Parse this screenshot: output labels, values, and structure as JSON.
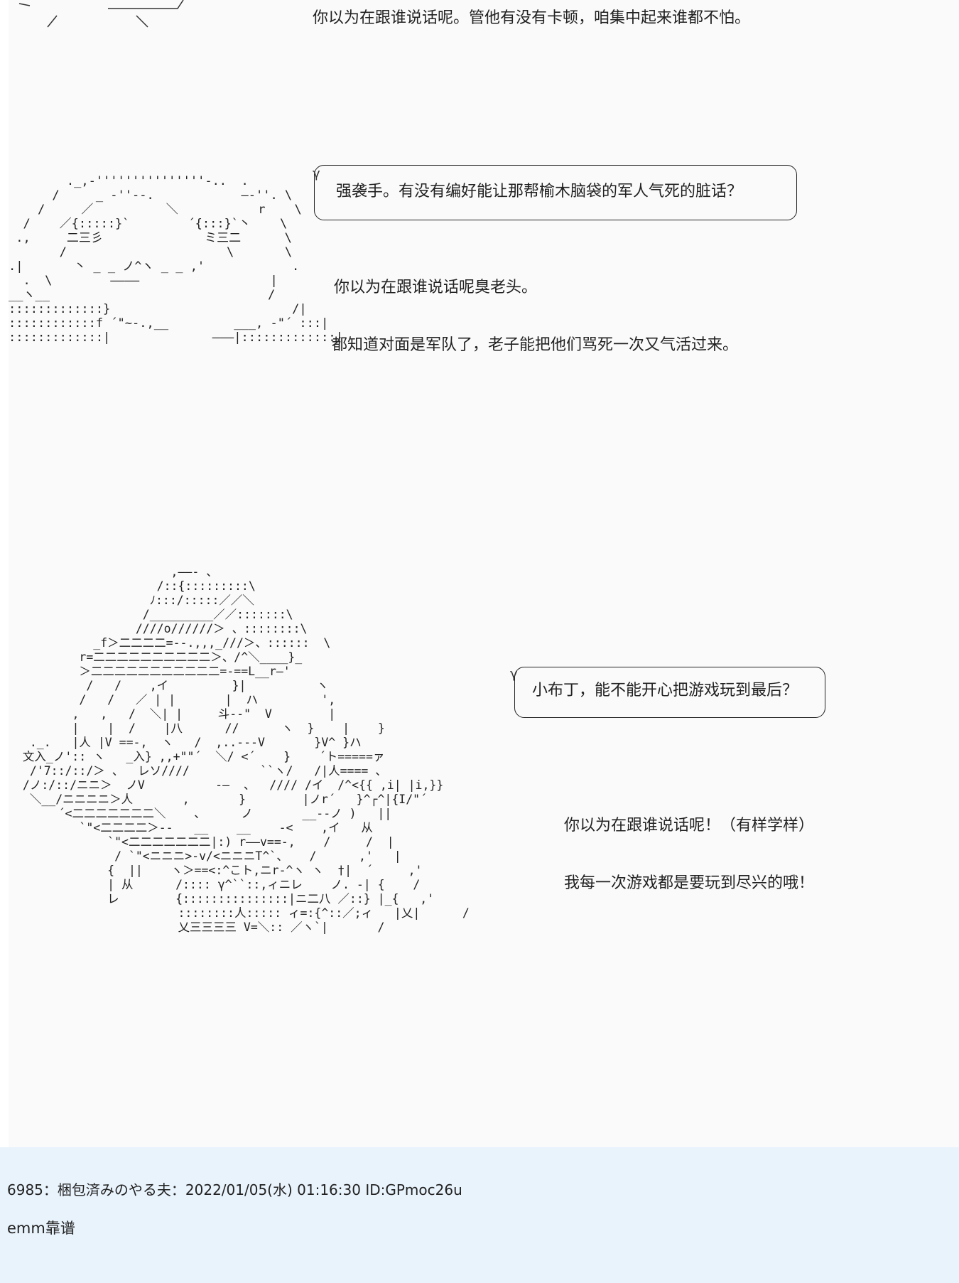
{
  "scene1": {
    "line": "你以为在跟谁说话呢。管他有没有卡顿，咱集中起来谁都不怕。"
  },
  "scene2": {
    "bubble": "强袭手。有没有编好能让那帮榆木脑袋的军人气死的脏话？",
    "line1": "你以为在跟谁说话呢臭老头。",
    "line2": "都知道对面是军队了，老子能把他们骂死一次又气活过来。",
    "face_art": "        ._,-'''''''''''''''-..  .\n      /     _ -''--.            ―‐''. \\\n    /     ／          ＼           r    \\\n  /    ／{:::::}`        ´{:::}`丶    \\\n .,     二三彡              ミ三二      \\\n       /                      \\       \\\n.|       丶 _ _ ノ^ヽ _ _ ,'            .\n  .  \\        ――――                  |\n__ヽ__                              /\n:::::::::::::}                         /|\n::::::::::::f ´\"~-.,__         ___, -\"´ :::|\n:::::::::::::|              ―――|:::::::::::::|"
  },
  "scene3": {
    "bubble": "小布丁，能不能开心把游戏玩到最后？",
    "line1": "你以为在跟谁说话呢！（有样学样）",
    "line2": "我每一次游戏都是要玩到尽兴的哦！",
    "char_art": "                      ,――- 、\n                    /::{:::::::::\\\n                   ﾉ:::/:::::／／＼\n                  /_________／／:::::::\\\n                 ////o//////＞ 、::::::::\\\n           _f＞二二二二=--.,,,_///＞、::::::  \\\n         r=二二二二二二二二二二＞、/^＼____}_\n         ＞二二二二二二二二二二二=-==L__r―'\n          /   /    ,イ         }|          ヽ\n         /   /   ／ | |       |  ハ         ',\n        ,   ,   /  ＼| |     斗-‐\"  V        |\n        |    |  /    |八      //      ヽ  }    |    }\n  ._.   |人 |V ==-,  ヽ   /  ,..--‐V       }V^ }ハ\n 文入_ノ':: ヽ   _入} ,,+\"\"´  ＼/ <´    }    ´ト=====ァ\n  /'7::/::/＞ 、  レソ////          ``ヽ/   /|人==== 、\n /ノ:/::/ニニ＞  ノV          -―  、  //// /イ  /^<{{ ,i| |i,}}\n  ＼__/ニニニニ＞人       ,       }        |ノr´   }^┌^|{I/\"´\n      ´<二二二二二二二＼    、     ノ       __--ノ )   ||\n         `\"<二二二二＞--   __    __    -<    ,イ   从\n             `\"<二二二二二二二|:) r――v==-,    /     /  |\n              / `\"<ニニニ>-v/<ニニニT^`、   /      ,'   |\n             {  ||    ヽ＞==<:^こト,ニr-^ヽ ヽ  †|  ´     ,'\n             | 从      /:::: γ^``::,ィニレ    ノ. -| {    /\n             レ        {:::::::::::::::|ニ二八 ／::} |_{   ,'\n                       ::::::::人::::: ィ=:{^::／;ィ   |乂|      /\n                       乂三三三三 V=＼:: ／ヽ`|       /"
  },
  "post": {
    "header": "6985：梱包済みのやる夫：2022/01/05(水) 01:16:30 ID:GPmoc26u",
    "body": "emm靠谱"
  }
}
